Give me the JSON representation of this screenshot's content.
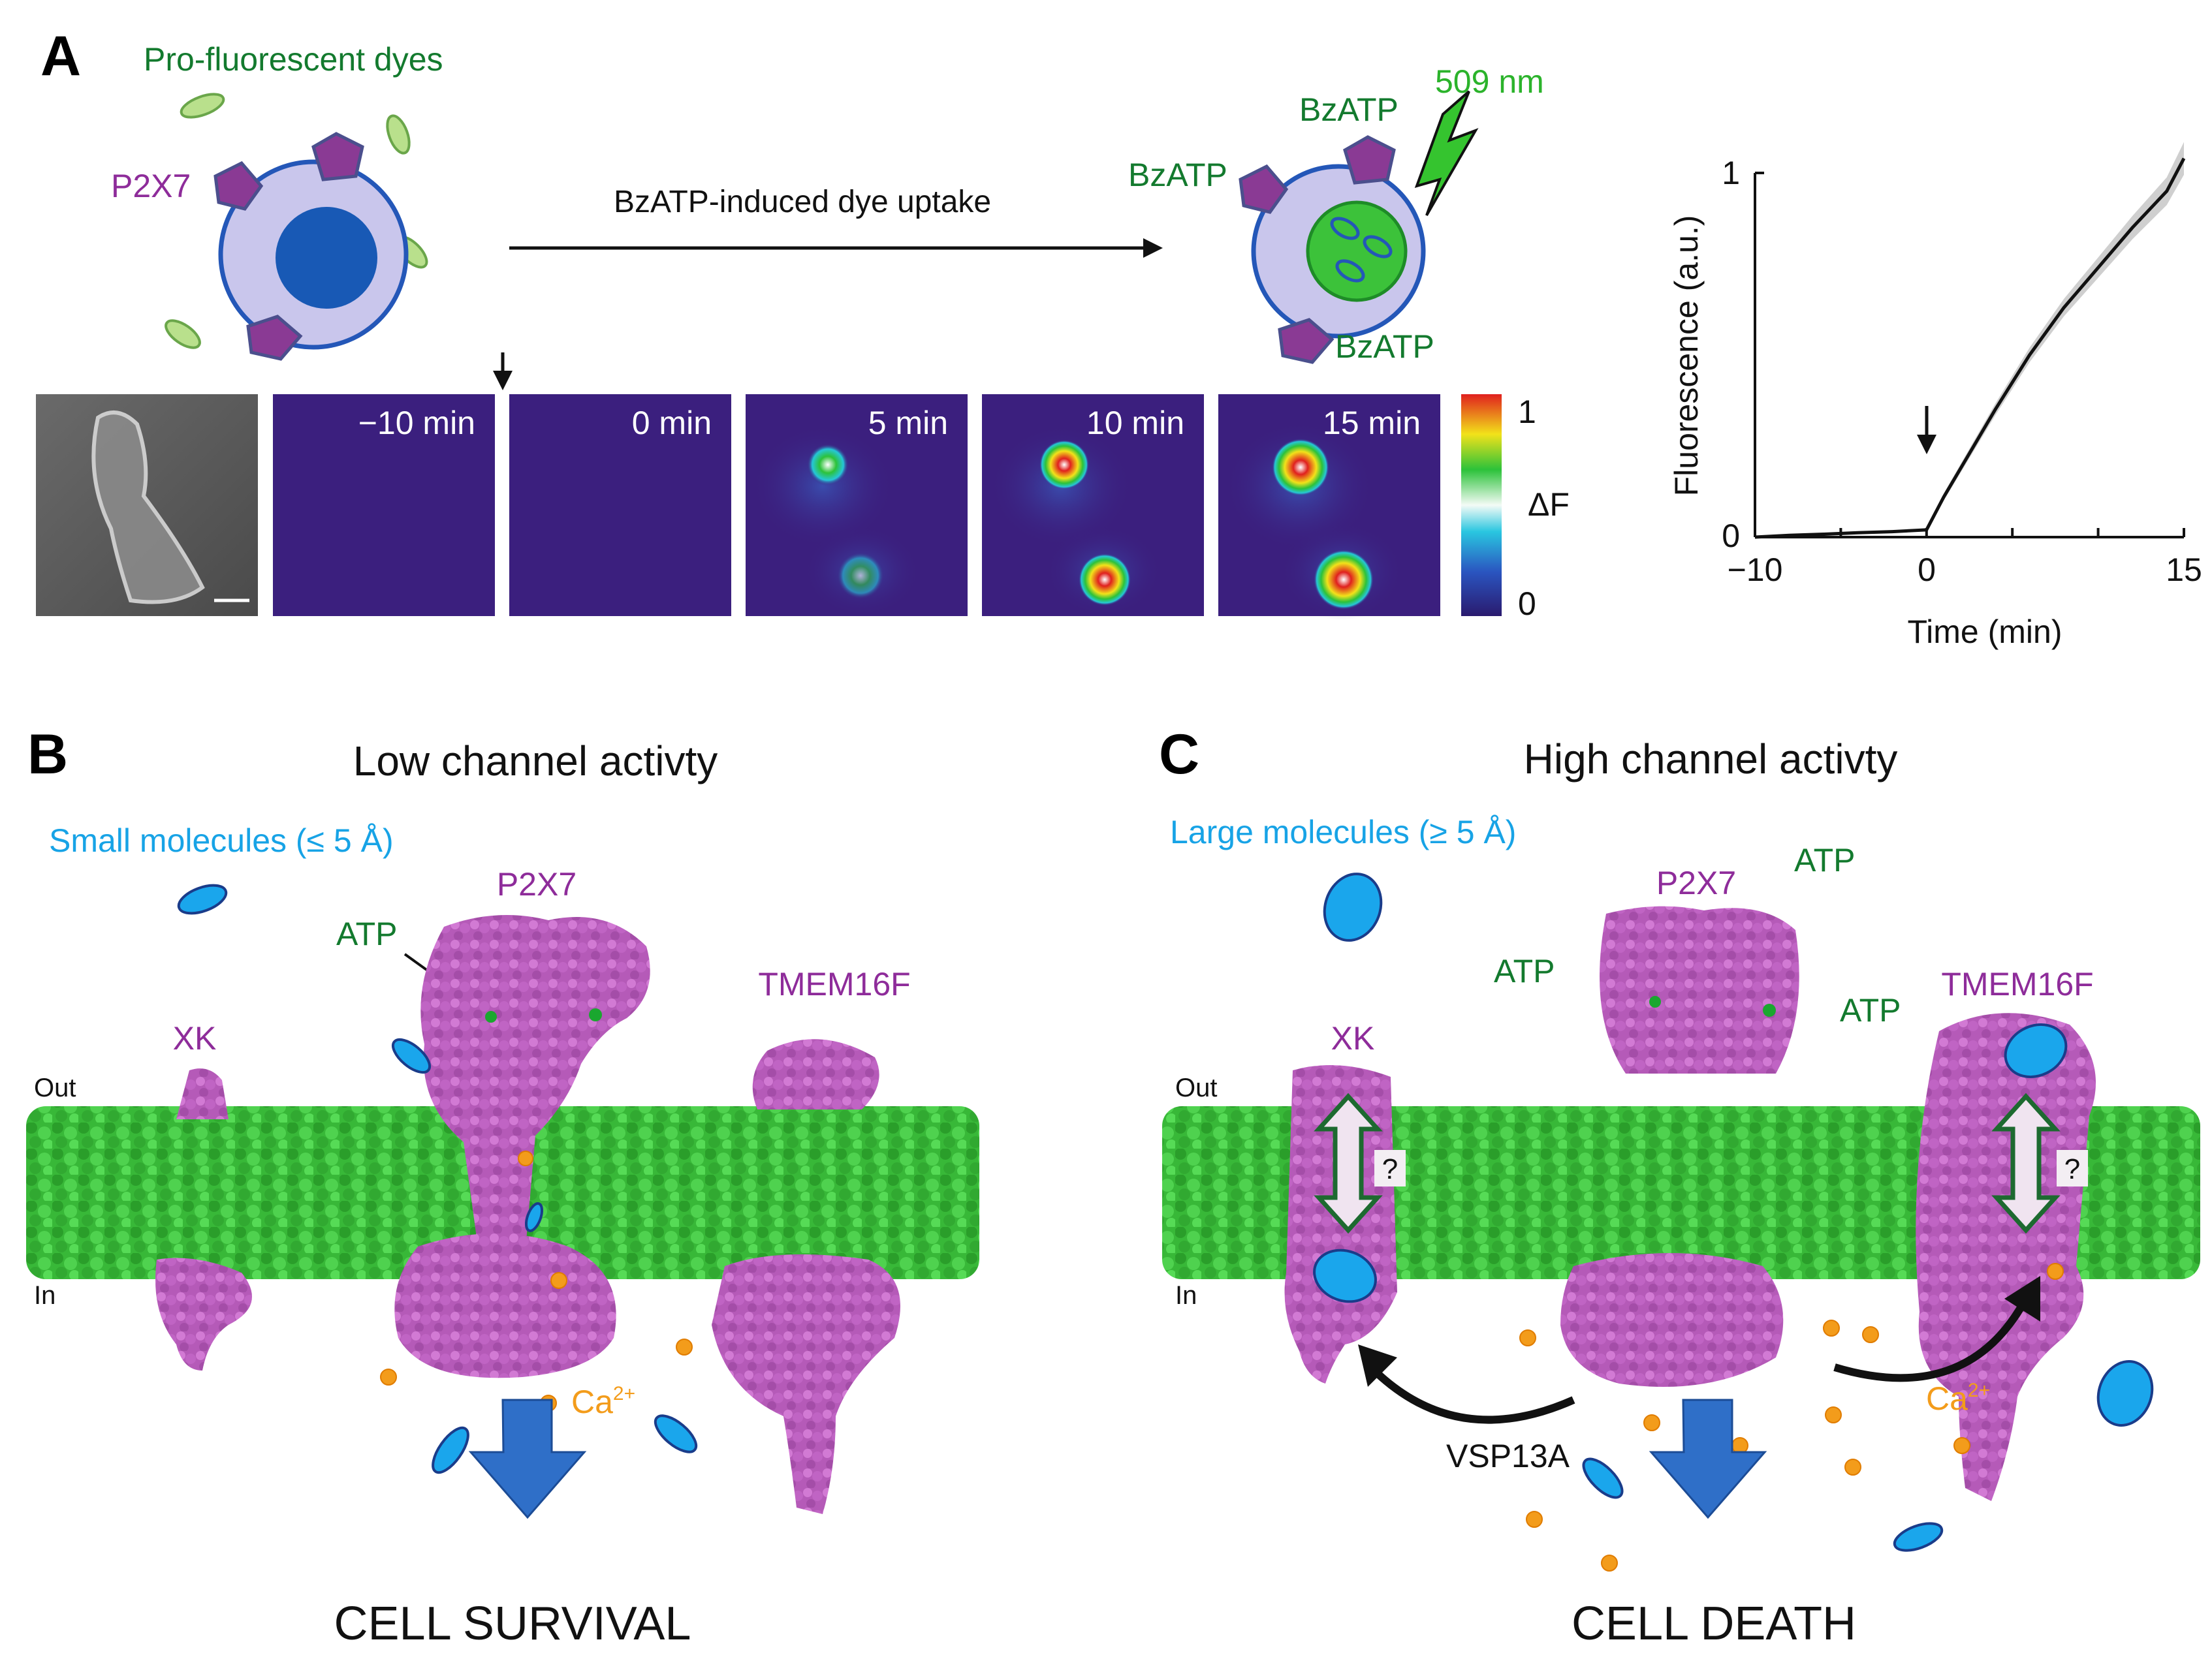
{
  "panels": {
    "a": {
      "letter": "A",
      "dyes_label": "Pro-fluorescent dyes",
      "p2x7_label": "P2X7",
      "arrow_label": "BzATP-induced dye uptake",
      "bzatp_label": "BzATP",
      "wavelength_label": "509 nm",
      "frames": [
        "−10 min",
        "0 min",
        "5 min",
        "10 min",
        "15 min"
      ],
      "colorbar": {
        "max_label": "1",
        "min_label": "0",
        "title": "ΔF"
      },
      "plot": {
        "ylabel": "Fluorescence (a.u.)",
        "xlabel": "Time (min)",
        "x_ticks": [
          "−10",
          "0",
          "15"
        ],
        "y_ticks": [
          "0",
          "1"
        ]
      }
    },
    "b": {
      "letter": "B",
      "title": "Low channel activty",
      "molecules_label": "Small molecules (≤ 5 Å)",
      "p2x7_label": "P2X7",
      "atp_label": "ATP",
      "xk_label": "XK",
      "tmem_label": "TMEM16F",
      "out_label": "Out",
      "in_label": "In",
      "ca_label": "Ca",
      "ca_sup": "2+",
      "outcome": "CELL SURVIVAL"
    },
    "c": {
      "letter": "C",
      "title": "High channel activty",
      "molecules_label": "Large molecules (≥ 5 Å)",
      "p2x7_label": "P2X7",
      "atp_label": "ATP",
      "xk_label": "XK",
      "tmem_label": "TMEM16F",
      "out_label": "Out",
      "in_label": "In",
      "question": "?",
      "vsp_label": "VSP13A",
      "ca_label": "Ca",
      "ca_sup": "2+",
      "outcome": "CELL DEATH"
    }
  },
  "chart_data": {
    "type": "line",
    "xlabel": "Time (min)",
    "ylabel": "Fluorescence (a.u.)",
    "xlim": [
      -10,
      15
    ],
    "ylim": [
      0,
      1
    ],
    "x_ticks": [
      -10,
      0,
      15
    ],
    "y_ticks": [
      0,
      1
    ],
    "annotation": "arrow at 0",
    "series": [
      {
        "x": [
          -10,
          -8,
          -6,
          -4,
          -2,
          0,
          1,
          2,
          4,
          6,
          8,
          10,
          12,
          14,
          15
        ],
        "y": [
          0.0,
          0.005,
          0.008,
          0.012,
          0.015,
          0.02,
          0.11,
          0.19,
          0.35,
          0.5,
          0.63,
          0.74,
          0.85,
          0.95,
          1.04
        ]
      }
    ],
    "band_halfwidth": [
      0,
      0,
      0,
      0,
      0,
      0.005,
      0.01,
      0.012,
      0.016,
      0.02,
      0.024,
      0.028,
      0.032,
      0.038,
      0.045
    ]
  },
  "colors": {
    "membrane": "#3bbf3b",
    "protein": "#c264c2",
    "molecule": "#1aa6ec",
    "calcium": "#f39c1b",
    "cell_body": "#c9c6ec",
    "nucleus": "#1859b5",
    "outcome_arrow": "#2f6fc8",
    "frame_bg": "#3b1f7e"
  }
}
